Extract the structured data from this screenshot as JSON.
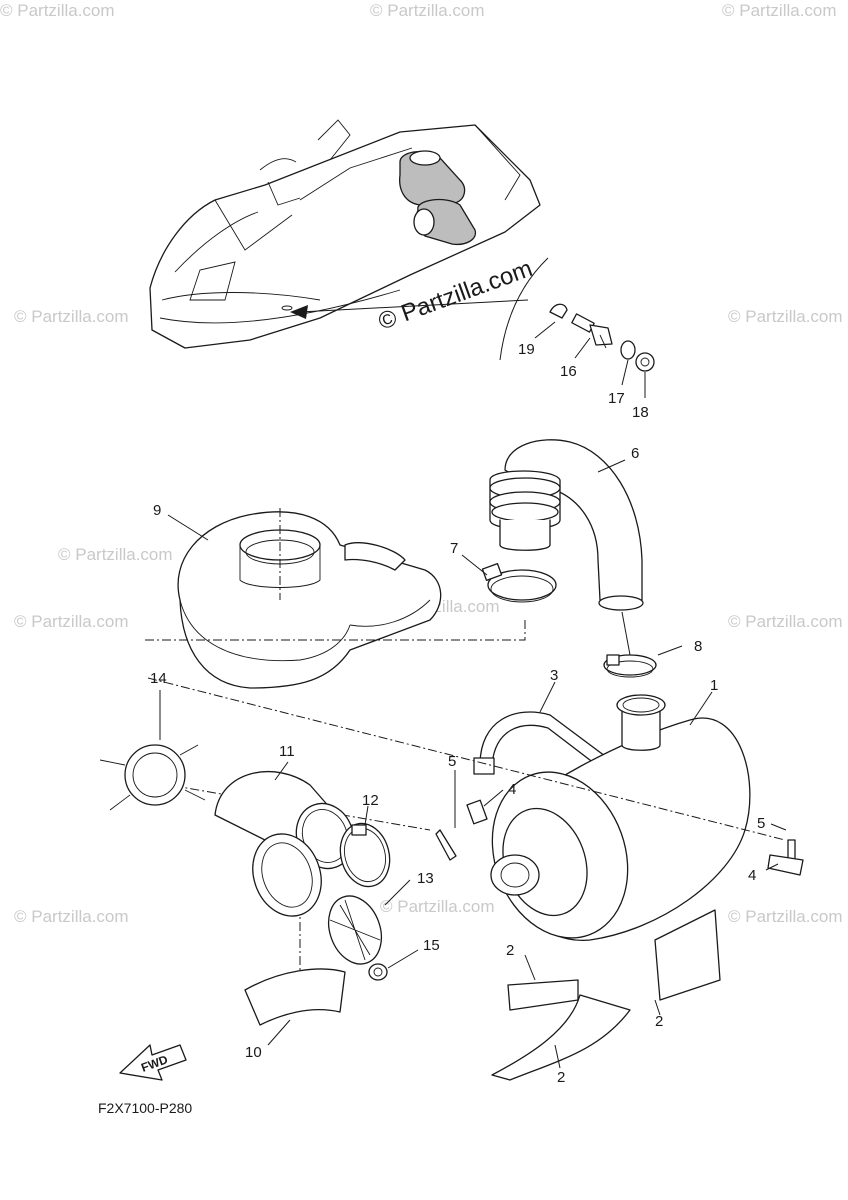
{
  "watermark": "© Partzilla.com",
  "brand": "© Partzilla.com",
  "diagram_code": "F2X7100-P280",
  "direction_arrow": "FWD",
  "callouts": {
    "c1": "1",
    "c2a": "2",
    "c2b": "2",
    "c2c": "2",
    "c3": "3",
    "c4a": "4",
    "c4b": "4",
    "c5a": "5",
    "c5b": "5",
    "c6": "6",
    "c7": "7",
    "c8": "8",
    "c9": "9",
    "c10": "10",
    "c11": "11",
    "c12": "12",
    "c13": "13",
    "c14": "14",
    "c15": "15",
    "c16": "16",
    "c17": "17",
    "c18": "18",
    "c19": "19"
  }
}
